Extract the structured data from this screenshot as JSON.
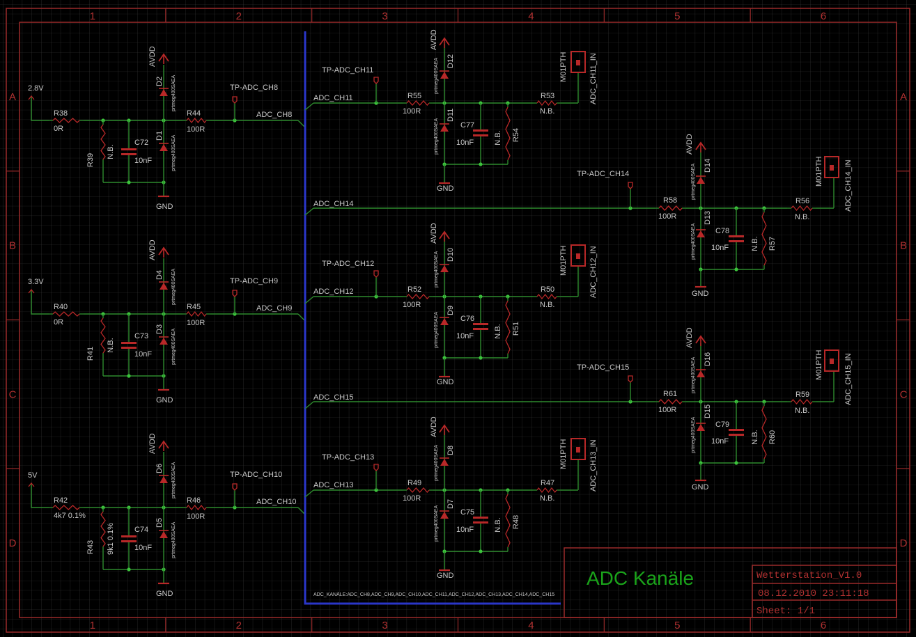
{
  "frame": {
    "columns": [
      "1",
      "2",
      "3",
      "4",
      "5",
      "6"
    ],
    "rows": [
      "A",
      "B",
      "C",
      "D"
    ]
  },
  "title_block": {
    "heading": "ADC Kanäle",
    "project": "Wetterstation_V1.0",
    "date": "08.12.2010 23:11:18",
    "sheet": "Sheet: 1/1"
  },
  "bus_label": "ADC_KANÄLE:ADC_CH8,ADC_CH9,ADC_CH10,ADC_CH11,ADC_CH12,ADC_CH13,ADC_CH14,ADC_CH15",
  "left_channels": [
    {
      "src": "2.8V",
      "rin": "R38",
      "rin_val": "0R",
      "rdn": "R39",
      "rdn_val": "N.B.",
      "cap": "C72",
      "cap_val": "10nF",
      "dtop": "D2",
      "dbot": "D1",
      "diode": "prtmeg400SAEA",
      "supply": "AVDD",
      "gnd": "GND",
      "rs": "R44",
      "rs_val": "100R",
      "tp": "TP-ADC_CH8",
      "net": "ADC_CH8"
    },
    {
      "src": "3.3V",
      "rin": "R40",
      "rin_val": "0R",
      "rdn": "R41",
      "rdn_val": "N.B.",
      "cap": "C73",
      "cap_val": "10nF",
      "dtop": "D4",
      "dbot": "D3",
      "diode": "prtmeg400SAEA",
      "supply": "AVDD",
      "gnd": "GND",
      "rs": "R45",
      "rs_val": "100R",
      "tp": "TP-ADC_CH9",
      "net": "ADC_CH9"
    },
    {
      "src": "5V",
      "rin": "R42",
      "rin_val": "4k7 0.1%",
      "rdn": "R43",
      "rdn_val": "9k1 0.1%",
      "cap": "C74",
      "cap_val": "10nF",
      "dtop": "D6",
      "dbot": "D5",
      "diode": "prtmeg400SAEA",
      "supply": "AVDD",
      "gnd": "GND",
      "rs": "R46",
      "rs_val": "100R",
      "tp": "TP-ADC_CH10",
      "net": "ADC_CH10"
    }
  ],
  "right_channels": [
    {
      "net": "ADC_CH11",
      "tp": "TP-ADC_CH11",
      "rs": "R55",
      "rs_val": "100R",
      "dtop": "D12",
      "dbot": "D11",
      "diode": "prtmeg400SAEA",
      "supply": "AVDD",
      "gnd": "GND",
      "cap": "C77",
      "cap_val": "10nF",
      "rdn": "R54",
      "rdn_val": "N.B.",
      "rout": "R53",
      "rout_val": "N.B.",
      "conn": "M01PTH",
      "conn_net": "ADC_CH11_IN"
    },
    {
      "net": "ADC_CH12",
      "tp": "TP-ADC_CH12",
      "rs": "R52",
      "rs_val": "100R",
      "dtop": "D10",
      "dbot": "D9",
      "diode": "prtmeg400SAEA",
      "supply": "AVDD",
      "gnd": "GND",
      "cap": "C76",
      "cap_val": "10nF",
      "rdn": "R51",
      "rdn_val": "N.B.",
      "rout": "R50",
      "rout_val": "N.B.",
      "conn": "M01PTH",
      "conn_net": "ADC_CH12_IN"
    },
    {
      "net": "ADC_CH13",
      "tp": "TP-ADC_CH13",
      "rs": "R49",
      "rs_val": "100R",
      "dtop": "D8",
      "dbot": "D7",
      "diode": "prtmeg400SAEA",
      "supply": "AVDD",
      "gnd": "GND",
      "cap": "C75",
      "cap_val": "10nF",
      "rdn": "R48",
      "rdn_val": "N.B.",
      "rout": "R47",
      "rout_val": "N.B.",
      "conn": "M01PTH",
      "conn_net": "ADC_CH13_IN"
    },
    {
      "net": "ADC_CH14",
      "tp": "TP-ADC_CH14",
      "rs": "R58",
      "rs_val": "100R",
      "dtop": "D14",
      "dbot": "D13",
      "diode": "prtmeg400SAEA",
      "supply": "AVDD",
      "gnd": "GND",
      "cap": "C78",
      "cap_val": "10nF",
      "rdn": "R57",
      "rdn_val": "N.B.",
      "rout": "R56",
      "rout_val": "N.B.",
      "conn": "M01PTH",
      "conn_net": "ADC_CH14_IN"
    },
    {
      "net": "ADC_CH15",
      "tp": "TP-ADC_CH15",
      "rs": "R61",
      "rs_val": "100R",
      "dtop": "D16",
      "dbot": "D15",
      "diode": "prtmeg400SAEA",
      "supply": "AVDD",
      "gnd": "GND",
      "cap": "C79",
      "cap_val": "10nF",
      "rdn": "R60",
      "rdn_val": "N.B.",
      "rout": "R59",
      "rout_val": "N.B.",
      "conn": "M01PTH",
      "conn_net": "ADC_CH15_IN"
    }
  ],
  "colors": {
    "background": "#000000",
    "grid": "#3a3a3a",
    "frame": "#9a2a2a",
    "wire": "#2e8b2e",
    "junction": "#3cc43c",
    "part": "#b82828",
    "bus": "#2a36c8",
    "text": "#c8c8c8",
    "heading": "#1aa31a"
  }
}
